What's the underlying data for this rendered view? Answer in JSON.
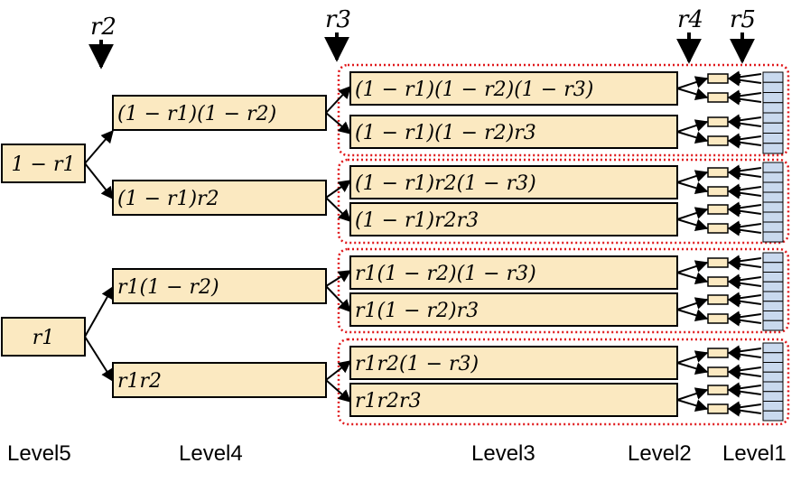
{
  "arrow_labels": [
    "r2",
    "r3",
    "r4",
    "r5"
  ],
  "level5_boxes": [
    "1 − r1",
    "r1"
  ],
  "level4_boxes": [
    "(1 − r1)(1 − r2)",
    "(1 − r1)r2",
    "r1(1 − r2)",
    "r1r2"
  ],
  "level3_boxes": [
    "(1 − r1)(1 − r2)(1 − r3)",
    "(1 − r1)(1 − r2)r3",
    "(1 − r1)r2(1 − r3)",
    "(1 − r1)r2r3",
    "r1(1 − r2)(1 − r3)",
    "r1(1 − r2)r3",
    "r1r2(1 − r3)",
    "r1r2r3"
  ],
  "levels": [
    "Level5",
    "Level4",
    "Level3",
    "Level2",
    "Level1"
  ],
  "colors": {
    "box_fill": "#fbe9c1",
    "box_stroke": "#000000",
    "group_border": "#e0191c",
    "level1_fill": "#c9d9ee",
    "level1_text": "#1e3aa8"
  }
}
